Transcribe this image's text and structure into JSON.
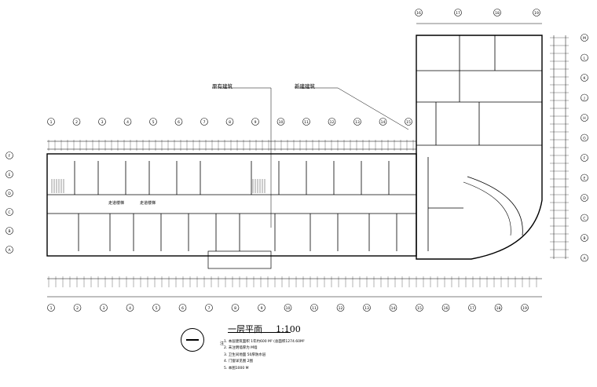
{
  "drawing": {
    "title": "一层平面",
    "scale": "1:100",
    "callouts": {
      "existing": "原有建筑",
      "addition": "新建建筑"
    },
    "corridor_labels": [
      "走道楼梯",
      "走道楼梯"
    ],
    "notes_head": "注",
    "notes": [
      "1. 本层建筑面积        1年约600 M²        (总面积1274.60M²",
      "2. 未注明墙厚为        M墙",
      "3. 卫生间地面 50厚防水层",
      "4. 门窗详见图          2图",
      "5. 本图1000 M"
    ]
  },
  "grids": {
    "top_left": [
      "1",
      "2",
      "3",
      "4",
      "5",
      "6",
      "7",
      "8",
      "9",
      "10",
      "11",
      "12",
      "13",
      "14",
      "15"
    ],
    "top_right": [
      "16",
      "17",
      "18",
      "19"
    ],
    "bottom": [
      "1",
      "2",
      "3",
      "4",
      "5",
      "6",
      "7",
      "8",
      "9",
      "10",
      "11",
      "12",
      "13",
      "14",
      "15",
      "16",
      "17",
      "18",
      "19"
    ],
    "left_rows": [
      "F",
      "E",
      "D",
      "C",
      "B",
      "A"
    ],
    "right_rows": [
      "M",
      "L",
      "K",
      "J",
      "H",
      "G",
      "F",
      "E",
      "D",
      "C",
      "B",
      "A"
    ]
  },
  "colors": {
    "line": "#000000",
    "background": "#ffffff"
  }
}
